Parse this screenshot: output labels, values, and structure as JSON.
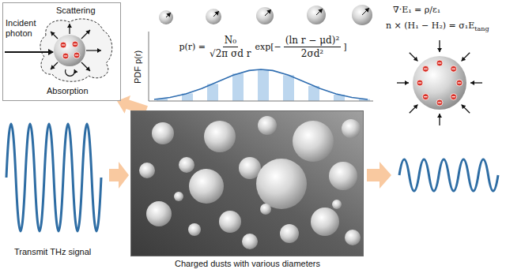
{
  "diagram": {
    "nodes": [
      {
        "text": [
          "Incident photon",
          "Scattering",
          "Absorption"
        ]
      },
      {
        "text": [
          "Charged dusts with various diameters"
        ]
      }
    ],
    "edges": [
      {
        "from": 1,
        "to": 0,
        "arrow": "to"
      }
    ],
    "labels": [
      "PDF p(r)",
      "p(r) =",
      "N₀",
      "√2π σd r",
      "exp[−",
      "(ln r − μd)²",
      "2σd²",
      "]",
      "∇·E₁ = ρ/ε₁",
      "n × (H₁ − H₂) = σ₁E",
      "tang",
      "Transmit THz signal"
    ]
  }
}
